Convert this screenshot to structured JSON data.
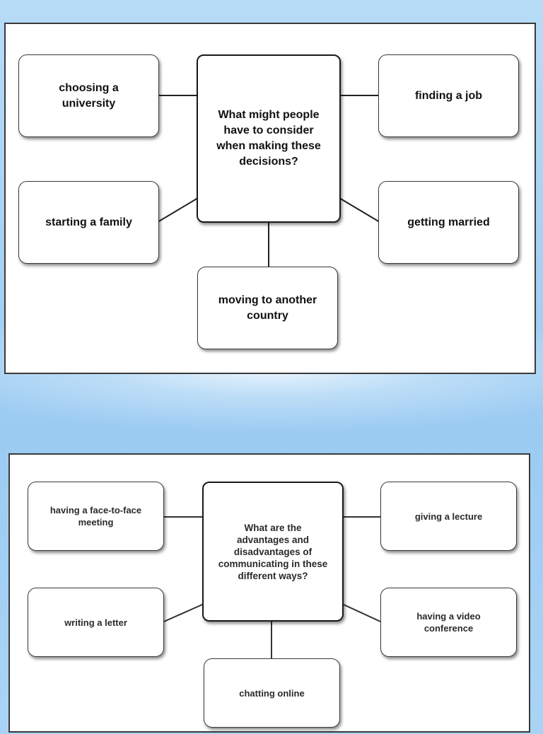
{
  "diagram_1": {
    "center": "What might people\nhave to consider\nwhen making these\ndecisions?",
    "nodes": {
      "top_left": "choosing a\nuniversity",
      "top_right": "finding a job",
      "mid_left": "starting a family",
      "mid_right": "getting married",
      "bottom": "moving to another\ncountry"
    }
  },
  "diagram_2": {
    "center": "What are the\nadvantages and\ndisadvantages of\ncommunicating in these\ndifferent ways?",
    "nodes": {
      "top_left": "having a face-to-face\nmeeting",
      "top_right": "giving a lecture",
      "mid_left": "writing a letter",
      "mid_right": "having a video\nconference",
      "bottom": "chatting online"
    }
  },
  "colors": {
    "background": "#a9d3f4",
    "panel": "#ffffff",
    "border": "#3a3a3a",
    "text": "#111111"
  }
}
